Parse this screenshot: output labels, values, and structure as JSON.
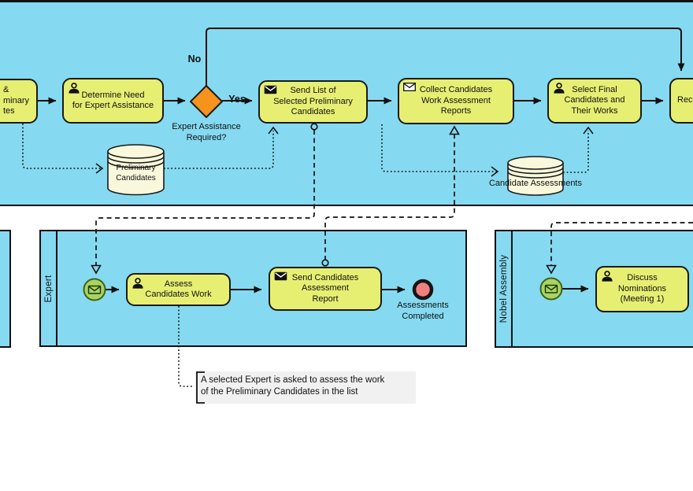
{
  "diagram_type": "BPMN process diagram",
  "colors": {
    "pool_fill": "#85DAF1",
    "task_fill": "#E7EF73",
    "gateway_fill": "#F6921E",
    "store_fill": "#FAF8DC",
    "start_event_fill": "#A9D465",
    "start_event_stroke": "#406313",
    "end_event_fill": "#F08080",
    "note_fill": "#F1F1F1",
    "line_color": "#111111"
  },
  "top_pool": {
    "task_partial_left": {
      "label": "&\nminary\ntes"
    },
    "task_determine": {
      "label": "Determine Need\nfor Expert Assistance"
    },
    "gateway": {
      "question": "Expert Assistance\nRequired?",
      "no_label": "No",
      "yes_label": "Yes"
    },
    "task_send_list": {
      "label": "Send List of\nSelected Preliminary\nCandidates"
    },
    "task_collect": {
      "label": "Collect Candidates\nWork Assessment\nReports"
    },
    "task_select_final": {
      "label": "Select Final\nCandidates and\nTheir Works"
    },
    "task_partial_right": {
      "label": "Rec"
    },
    "store_preliminary": {
      "label": "Preliminary\nCandidates"
    },
    "store_assessments": {
      "label": "Candidate Assessments"
    }
  },
  "expert_pool": {
    "lane_label": "Expert",
    "task_assess": {
      "label": "Assess\nCandidates Work"
    },
    "task_send_report": {
      "label": "Send Candidates\nAssessment\nReport"
    },
    "end_event_label": "Assessments\nCompleted"
  },
  "nobel_pool": {
    "lane_label": "Nobel Assembly",
    "task_discuss": {
      "label": "Discuss\nNominations\n(Meeting 1)"
    }
  },
  "annotation": {
    "text": "A selected Expert is asked to assess the work\nof the Preliminary Candidates in the list"
  }
}
